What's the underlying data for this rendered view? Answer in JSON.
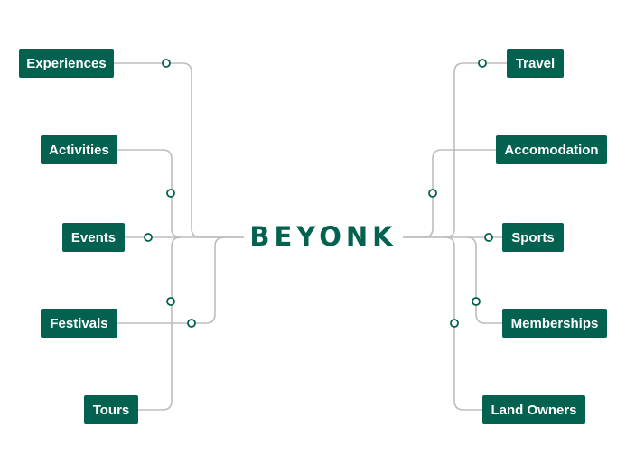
{
  "brand": {
    "name": "BEYONK"
  },
  "colors": {
    "node_fill": "#03614f",
    "node_text": "#ffffff",
    "connector": "#bdbdbd",
    "brand_text": "#03614f"
  },
  "left_nodes": [
    {
      "label": "Experiences"
    },
    {
      "label": "Activities"
    },
    {
      "label": "Events"
    },
    {
      "label": "Festivals"
    },
    {
      "label": "Tours"
    }
  ],
  "right_nodes": [
    {
      "label": "Travel"
    },
    {
      "label": "Accomodation"
    },
    {
      "label": "Sports"
    },
    {
      "label": "Memberships"
    },
    {
      "label": "Land Owners"
    }
  ]
}
